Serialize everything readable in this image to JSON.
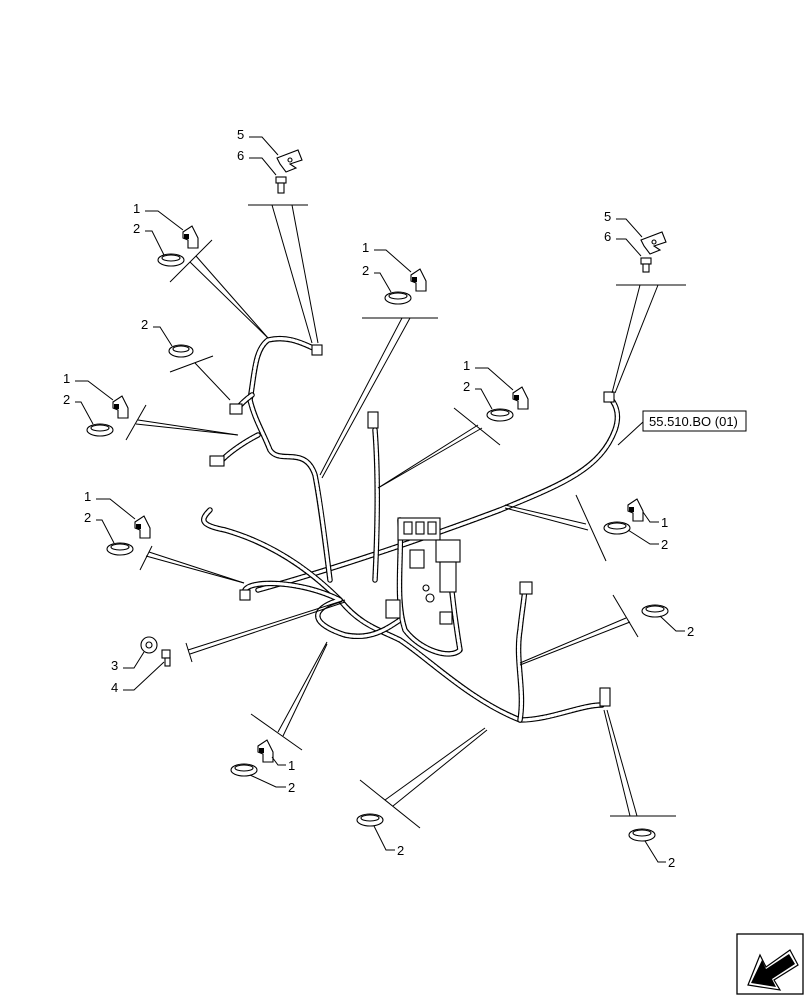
{
  "reference_box": {
    "text": "55.510.BO (01)"
  },
  "labels": {
    "top_bracket_item": "5",
    "top_screw_item": "6",
    "top_right_bracket_item": "5",
    "top_right_screw_item": "6",
    "clip_a_item": "1",
    "band_a_item": "2",
    "clip_b_item": "1",
    "band_b_item": "2",
    "band_c_item": "2",
    "clip_c_item": "1",
    "band_d_item": "2",
    "clip_d_item": "1",
    "band_e_item": "2",
    "clip_right_item": "1",
    "band_right_item": "2",
    "clip_left_lower_item": "1",
    "band_left_lower_item": "2",
    "band_right_lower_item": "2",
    "ground_item": "3",
    "bolt_item": "4",
    "clip_bottom_item": "1",
    "band_bottom_item": "2",
    "band_bottom_center_item": "2",
    "band_bottom_right_item": "2"
  },
  "nav_icon": "arrow-page-icon"
}
